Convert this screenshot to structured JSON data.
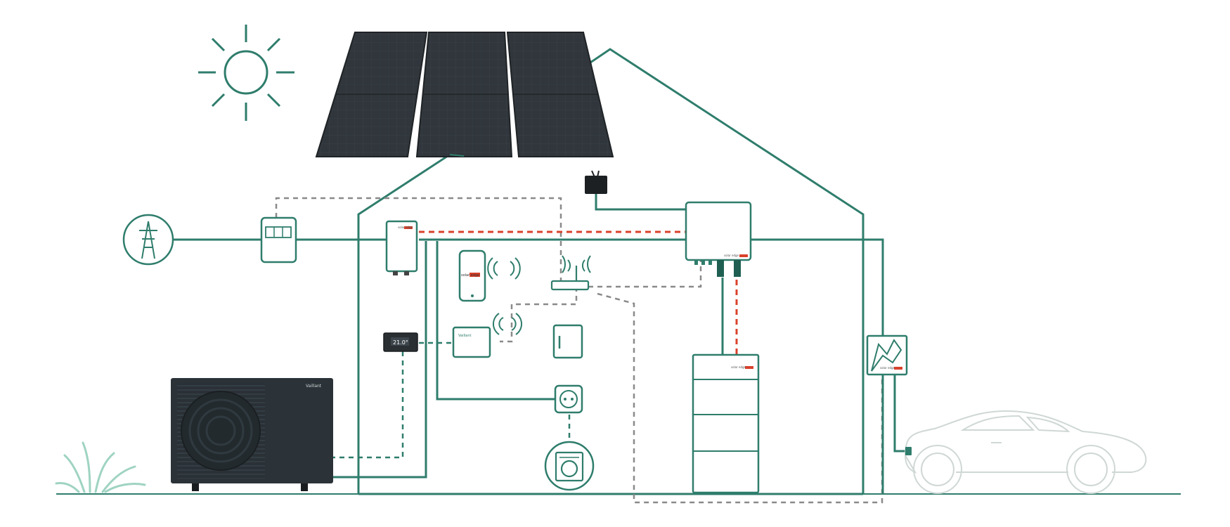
{
  "diagram": {
    "colors": {
      "line": "#2f7d6c",
      "dark_line": "#1e5f52",
      "data_link": "#8a8a8a",
      "dc_link": "#d9412b",
      "panel": "#2e3338",
      "ghost": "#cfd8d5",
      "grass": "#9fd3c2"
    },
    "brand": {
      "inverter_badge": "solar edge",
      "app_badge": "solar edge",
      "battery_badge": "solar edge",
      "meter_badge": "solar edge",
      "heatpump_badge": "Vaillant",
      "gateway_badge": "Vaillant"
    },
    "thermostat_display": "21.0°"
  }
}
